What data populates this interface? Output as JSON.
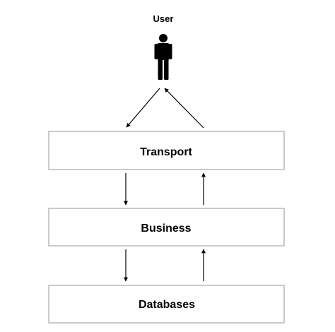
{
  "diagram": {
    "actor": {
      "label": "User",
      "icon": "person-icon"
    },
    "layers": [
      {
        "label": "Transport"
      },
      {
        "label": "Business"
      },
      {
        "label": "Databases"
      }
    ],
    "colors": {
      "box_border": "#b8b8b8",
      "text": "#000000",
      "arrow": "#000000",
      "background": "#ffffff"
    }
  }
}
